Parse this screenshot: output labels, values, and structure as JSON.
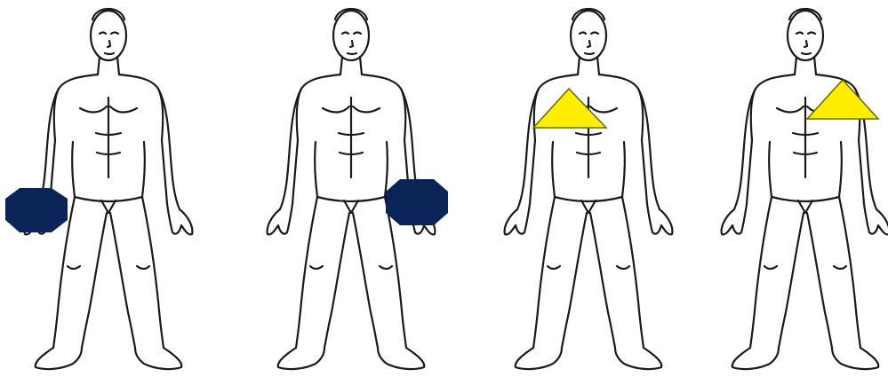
{
  "colors": {
    "background": "#ffffff",
    "figure_outline": "#1a1a1a",
    "figure_fill": "#ffffff",
    "octagon_fill": "#0b2457",
    "triangle_fill": "#ffee00",
    "triangle_stroke": "#6b6200"
  },
  "panels": [
    {
      "marker": "octagon",
      "marker_side": "right-hand"
    },
    {
      "marker": "octagon",
      "marker_side": "left-hand"
    },
    {
      "marker": "triangle",
      "marker_side": "right-chest"
    },
    {
      "marker": "triangle",
      "marker_side": "left-chest"
    }
  ]
}
